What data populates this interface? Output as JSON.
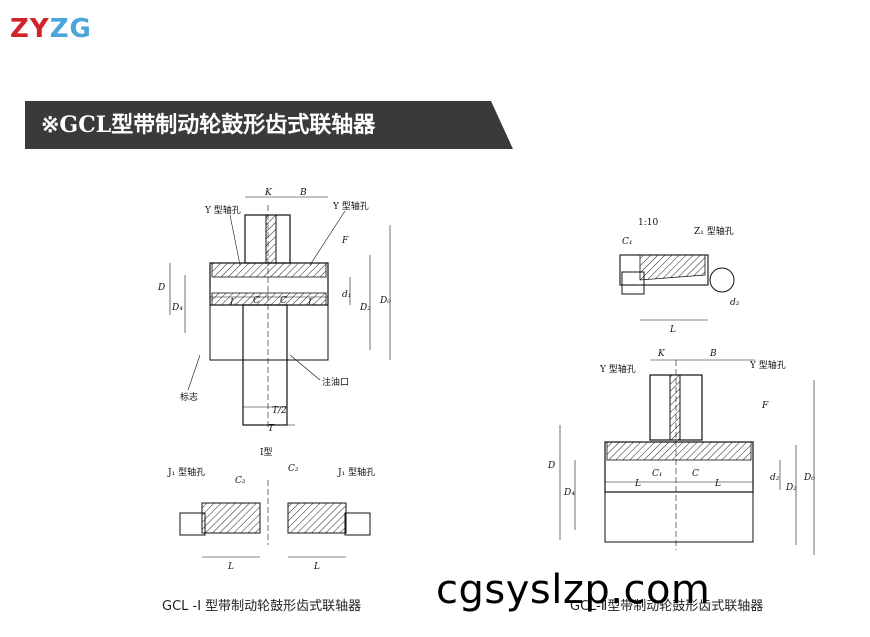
{
  "logo": {
    "text_red": "ZY",
    "text_blue": "ZG"
  },
  "banner": {
    "title": "※GCL型带制动轮鼓形齿式联轴器"
  },
  "figure_left": {
    "caption": "GCL -Ⅰ 型带制动轮鼓形齿式联轴器",
    "labels": {
      "K": "K",
      "B": "B",
      "Y_left": "Y 型轴孔",
      "Y_right": "Y 型轴孔",
      "F": "F",
      "D": "D",
      "D4": "D₄",
      "L1": "L",
      "C1": "C",
      "C2": "C",
      "L2": "L",
      "d1": "d₁",
      "D2": "D₂",
      "D0": "D₀",
      "mark": "标志",
      "oil": "注油口",
      "T2": "T/2",
      "T": "T",
      "type": "Ⅰ型",
      "J1_left": "J₁ 型轴孔",
      "J1_right": "J₁ 型轴孔",
      "C2a": "C₂",
      "C2b": "C₂",
      "L3": "L",
      "L4": "L"
    }
  },
  "figure_right": {
    "caption": "GCL-Ⅱ型带制动轮鼓形齿式联轴器",
    "labels": {
      "taper": "1:10",
      "C1": "C₁",
      "Z1": "Z₁ 型轴孔",
      "L_top": "L",
      "d2_top": "d₂",
      "K": "K",
      "B": "B",
      "Y_left": "Y 型轴孔",
      "Y_right": "Y 型轴孔",
      "F": "F",
      "D": "D",
      "D4": "D₄",
      "L1": "L",
      "C1b": "C₁",
      "C": "C",
      "L2": "L",
      "d2": "d₂",
      "D2": "D₂",
      "D0": "D₀"
    }
  },
  "watermark": {
    "text": "cgsyslzp.com"
  },
  "colors": {
    "brand_red": "#d2232a",
    "brand_blue": "#4aa6d8",
    "banner_bg": "#3a3a3a"
  }
}
